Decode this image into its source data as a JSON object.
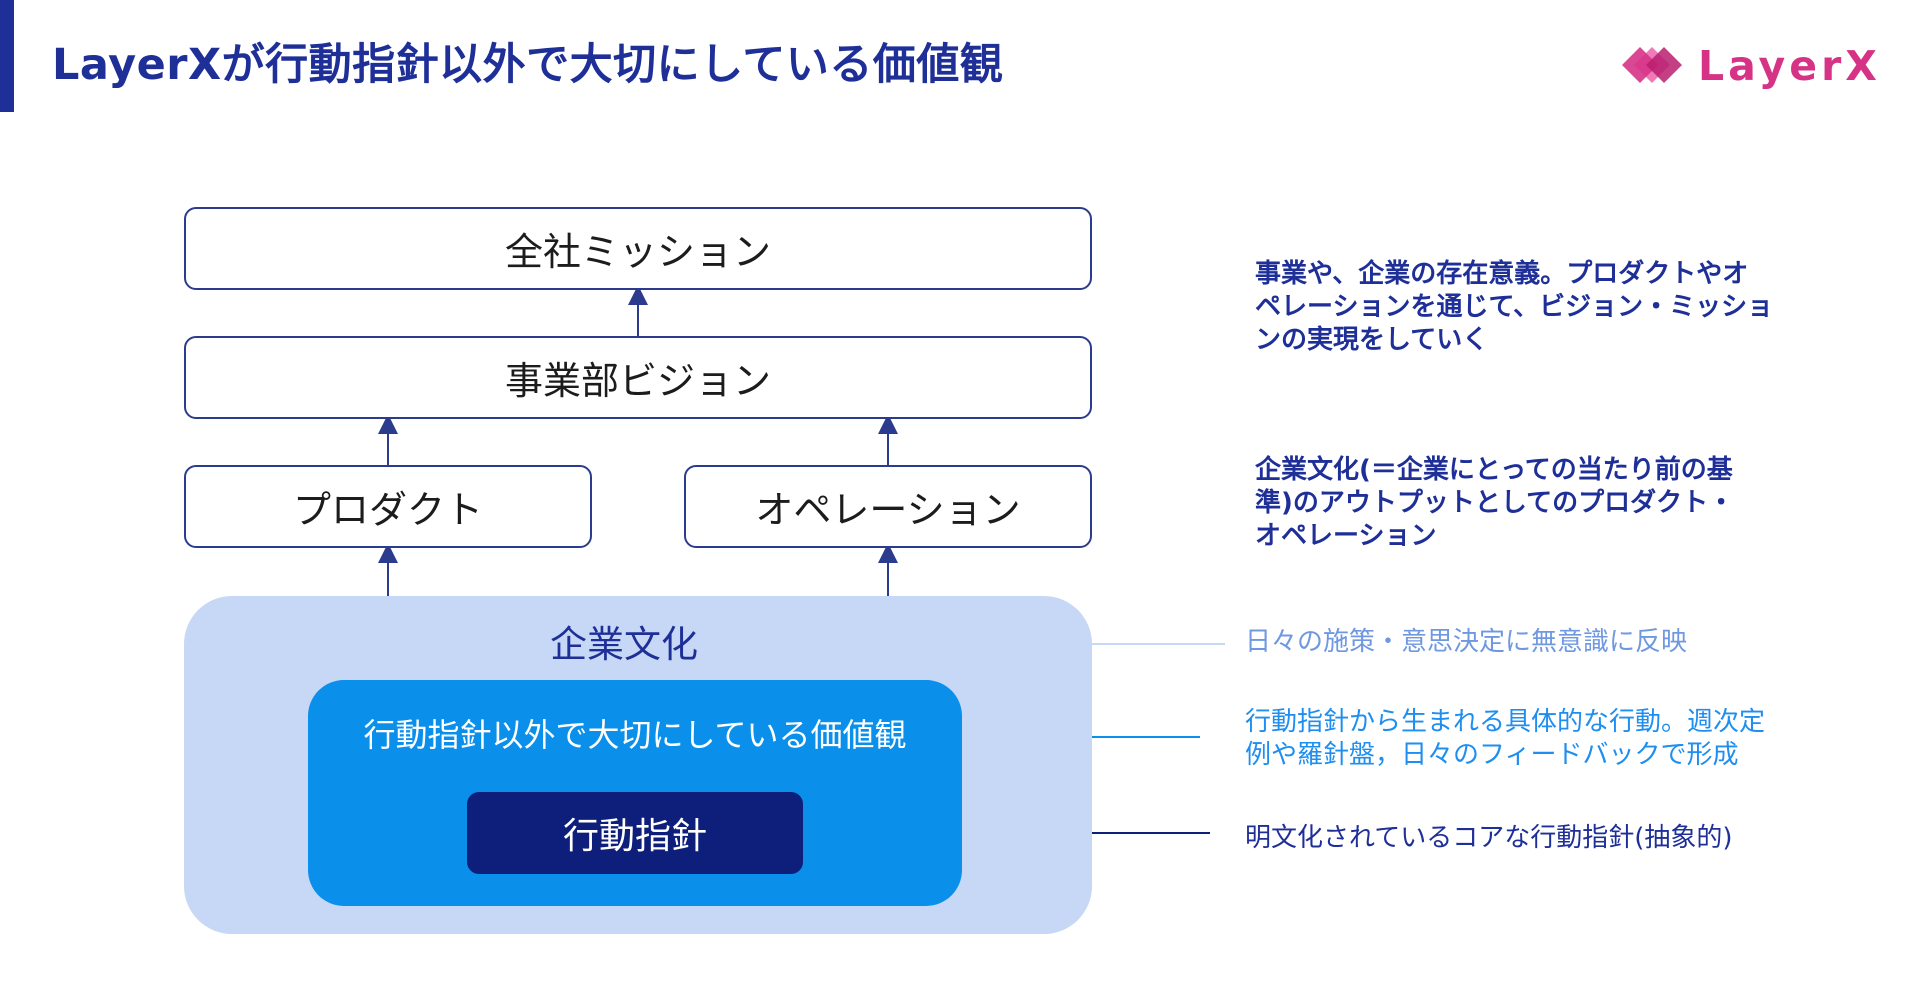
{
  "header": {
    "title": "LayerXが行動指針以外で大切にしている価値観",
    "logo_text": "LayerX"
  },
  "diagram": {
    "mission": "全社ミッション",
    "vision": "事業部ビジョン",
    "product": "プロダクト",
    "operation": "オペレーション",
    "culture": "企業文化",
    "values": "行動指針以外で大切にしている価値観",
    "guideline": "行動指針"
  },
  "descriptions": {
    "mission_vision": [
      "事業や、企業の存在意義。プロダクトやオ",
      "ペレーションを通じて、ビジョン・ミッショ",
      "ンの実現をしていく"
    ],
    "product_operation": [
      "企業文化(＝企業にとっての当たり前の基",
      "準)のアウトプットとしてのプロダクト・",
      "オペレーション"
    ],
    "culture": [
      "日々の施策・意思決定に無意識に反映"
    ],
    "values": [
      "行動指針から生まれる具体的な行動。週次定",
      "例や羅針盤，日々のフィードバックで形成"
    ],
    "guideline": [
      "明文化されているコアな行動指針(抽象的)"
    ]
  },
  "colors": {
    "navy": "#1f2f98",
    "brand_pink": "#d63386",
    "culture_bg": "#c6d8f5",
    "values_bg": "#0a8fea",
    "guideline_bg": "#0d1f7a"
  }
}
